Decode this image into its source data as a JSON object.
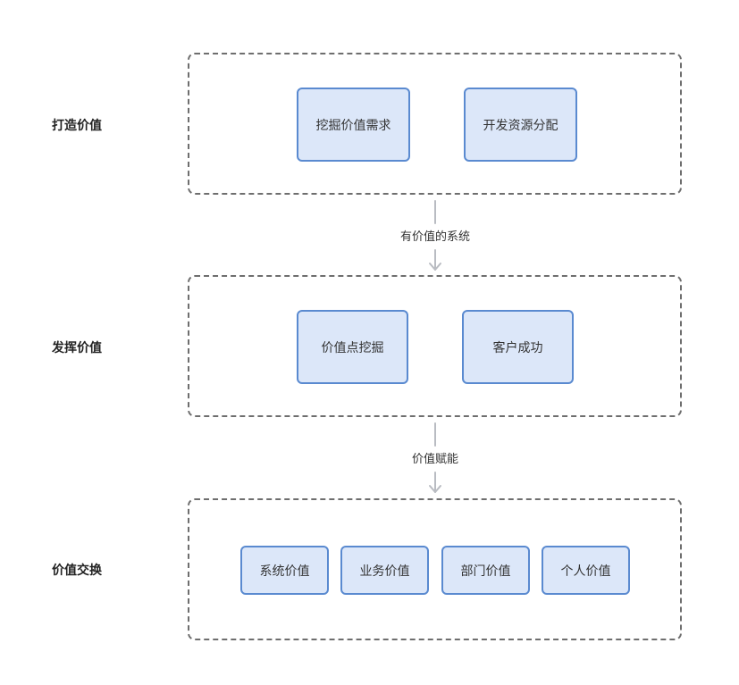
{
  "stages": [
    {
      "label": "打造价值",
      "nodes": [
        "挖掘价值需求",
        "开发资源分配"
      ]
    },
    {
      "label": "发挥价值",
      "nodes": [
        "价值点挖掘",
        "客户成功"
      ]
    },
    {
      "label": "价值交换",
      "nodes": [
        "系统价值",
        "业务价值",
        "部门价值",
        "个人价值"
      ]
    }
  ],
  "connectors": [
    {
      "label": "有价值的系统"
    },
    {
      "label": "价值赋能"
    }
  ],
  "colors": {
    "node_fill": "#dce7f9",
    "node_border": "#5a8ad0",
    "group_border": "#6e6e6e",
    "arrow": "#b9bcc2"
  }
}
